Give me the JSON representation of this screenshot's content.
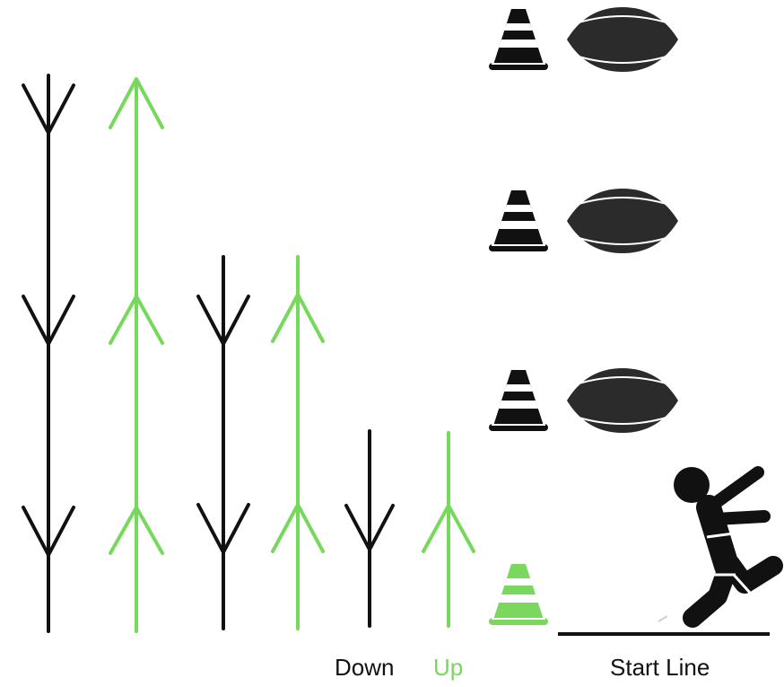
{
  "legend": {
    "down_label": "Down",
    "up_label": "Up"
  },
  "start_line_label": "Start Line",
  "colors": {
    "down": "#111111",
    "up": "#76d95b",
    "cone_dark": "#111111",
    "cone_green": "#7bd85e",
    "ball": "#2b2b2b",
    "runner": "#111111"
  },
  "icons": {
    "cone": "cone-icon",
    "ball": "rugby-ball-icon",
    "runner": "runner-icon"
  },
  "markers": [
    {
      "cone": "dark",
      "ball": true
    },
    {
      "cone": "dark",
      "ball": true
    },
    {
      "cone": "dark",
      "ball": true
    },
    {
      "cone": "green",
      "ball": false
    }
  ]
}
